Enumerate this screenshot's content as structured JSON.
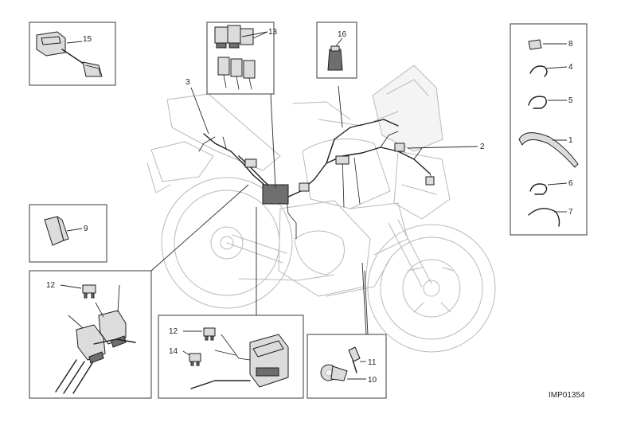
{
  "diagram": {
    "drawing_code": "IMP01354",
    "callouts": {
      "c1": "1",
      "c2": "2",
      "c3": "3",
      "c4": "4",
      "c5": "5",
      "c6": "6",
      "c7": "7",
      "c8": "8",
      "c9": "9",
      "c10": "10",
      "c11": "11",
      "c12a": "12",
      "c12b": "12",
      "c13": "13",
      "c14": "14",
      "c15": "15",
      "c16": "16"
    }
  }
}
